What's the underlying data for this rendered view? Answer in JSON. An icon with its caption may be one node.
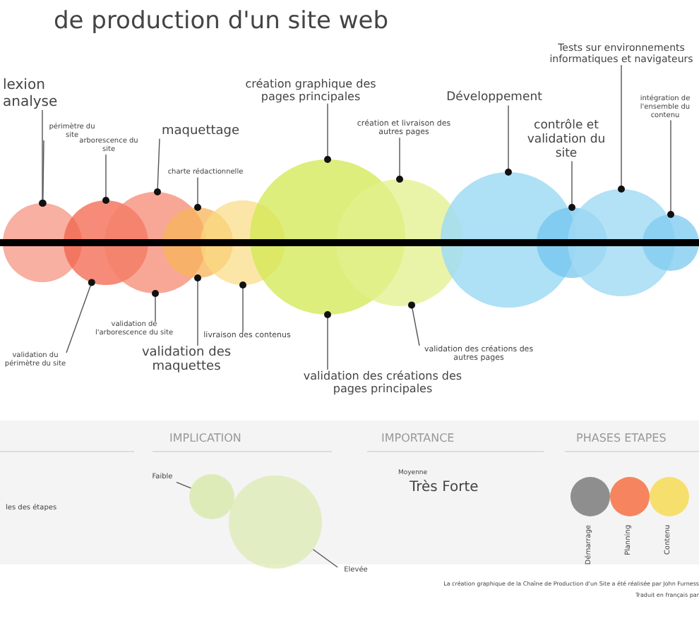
{
  "diagram": {
    "title": "de production d'un site web",
    "caption": "La création graphique de la Chaîne de Production d'un Site a été réalisée par John Furness",
    "nodes": [
      {
        "text": [
          "lexion analyse"
        ]
      },
      {
        "text": [
          "périmètre du site"
        ]
      },
      {
        "text": [
          "arborescence du site"
        ]
      },
      {
        "text": [
          "maquettage"
        ]
      },
      {
        "text": [
          "charte rédactionnelle"
        ]
      },
      {
        "text": [
          "création graphique des pages principales"
        ]
      },
      {
        "text": [
          "création et livraison des autres pages"
        ]
      },
      {
        "text": [
          "Développement"
        ]
      },
      {
        "text": [
          "contrôle et validation du site"
        ]
      },
      {
        "text": [
          "Tests sur environnements informatiques et navigateurs"
        ]
      },
      {
        "text": [
          "intégration de l'ensemble du contenu"
        ]
      },
      {
        "text": [],
        "shape": "circle"
      },
      {
        "text": [],
        "shape": "circle"
      },
      {
        "text": [],
        "shape": "circle"
      },
      {
        "text": [],
        "shape": "circle"
      },
      {
        "text": [],
        "shape": "circle"
      },
      {
        "text": [],
        "shape": "circle"
      },
      {
        "text": [],
        "shape": "circle"
      },
      {
        "text": [],
        "shape": "circle"
      },
      {
        "text": [],
        "shape": "circle"
      },
      {
        "text": [],
        "shape": "circle"
      },
      {
        "text": [],
        "shape": "circle"
      },
      {
        "text": [
          "validation du périmètre du site"
        ]
      },
      {
        "text": [
          "validation de l'arborescence du site"
        ]
      },
      {
        "text": [
          "validation des maquettes"
        ]
      },
      {
        "text": [
          "livraison des contenus"
        ]
      },
      {
        "text": [
          "validation des créations des pages principales"
        ]
      },
      {
        "text": [
          "validation des créations des autres pages"
        ]
      },
      {
        "text": [
          "Faible"
        ]
      },
      {
        "text": [],
        "shape": "circle"
      },
      {
        "text": [],
        "shape": "circle"
      },
      {
        "text": [
          "Elevée"
        ]
      }
    ],
    "edges": [
      {
        "from": 0,
        "to": 11,
        "arrow": "other"
      },
      {
        "from": 1,
        "to": 11,
        "arrow": "other"
      },
      {
        "from": 2,
        "to": 12,
        "arrow": "other"
      },
      {
        "from": 3,
        "to": 13,
        "arrow": "other"
      },
      {
        "from": 4,
        "to": 14,
        "arrow": "other"
      },
      {
        "from": 5,
        "to": 16,
        "arrow": "other"
      },
      {
        "from": 6,
        "to": 17,
        "arrow": "other"
      },
      {
        "from": 7,
        "to": 18,
        "arrow": "other"
      },
      {
        "from": 8,
        "to": 19,
        "arrow": "other"
      },
      {
        "from": 9,
        "to": 20,
        "arrow": "other"
      },
      {
        "from": 10,
        "to": 21,
        "arrow": "other"
      },
      {
        "from": 22,
        "to": 12,
        "arrow": "other"
      },
      {
        "from": 23,
        "to": 13,
        "arrow": "other"
      },
      {
        "from": 24,
        "to": 14,
        "arrow": "other"
      },
      {
        "from": 25,
        "to": 15,
        "arrow": "other"
      },
      {
        "from": 26,
        "to": 16,
        "arrow": "other"
      },
      {
        "from": 27,
        "to": 17,
        "arrow": "other"
      },
      {
        "from": 28,
        "to": 29,
        "arrow": "none"
      },
      {
        "from": 31,
        "to": 30,
        "arrow": "none"
      }
    ],
    "labels": [
      "IMPLICATION",
      "IMPORTANCE",
      "PHASES ETAPES",
      "les des étapes",
      "Moyenne",
      "Très Forte",
      "Traduit en français par"
    ],
    "legend": [
      {
        "text": "Démarrage",
        "color": "#8e8e8e"
      },
      {
        "text": "Planning",
        "color": "#f5845f"
      },
      {
        "text": "Contenu",
        "color": "#f7df6e"
      }
    ]
  }
}
